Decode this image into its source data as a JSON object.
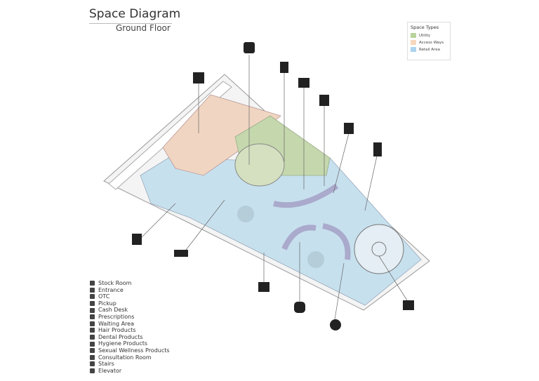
{
  "title": "Space Diagram",
  "subtitle": "Ground Floor",
  "space_types": {
    "heading": "Space Types",
    "items": [
      {
        "label": "Utility",
        "color": "#b8d49c"
      },
      {
        "label": "Access Ways",
        "color": "#f6d8bd"
      },
      {
        "label": "Retail Area",
        "color": "#acd4ef"
      }
    ]
  },
  "legend": [
    {
      "label": "Stock Room",
      "icon": "shelf-icon"
    },
    {
      "label": "Entrance",
      "icon": "door-icon"
    },
    {
      "label": "OTC",
      "icon": "pill-icon"
    },
    {
      "label": "Pickup",
      "icon": "pickup-hand-icon"
    },
    {
      "label": "Cash Desk",
      "icon": "cash-register-icon"
    },
    {
      "label": "Prescriptions",
      "icon": "prescription-icon"
    },
    {
      "label": "Waiting Area",
      "icon": "bench-icon"
    },
    {
      "label": "Hair Products",
      "icon": "hair-spray-icon"
    },
    {
      "label": "Dental Products",
      "icon": "tooth-icon"
    },
    {
      "label": "Hygiene Products",
      "icon": "bottle-icon"
    },
    {
      "label": "Sexual Wellness Products",
      "icon": "gender-icon"
    },
    {
      "label": "Consultation Room",
      "icon": "consultation-icon"
    },
    {
      "label": "Stairs",
      "icon": "stairs-icon"
    },
    {
      "label": "Elevator",
      "icon": "elevator-icon"
    }
  ]
}
